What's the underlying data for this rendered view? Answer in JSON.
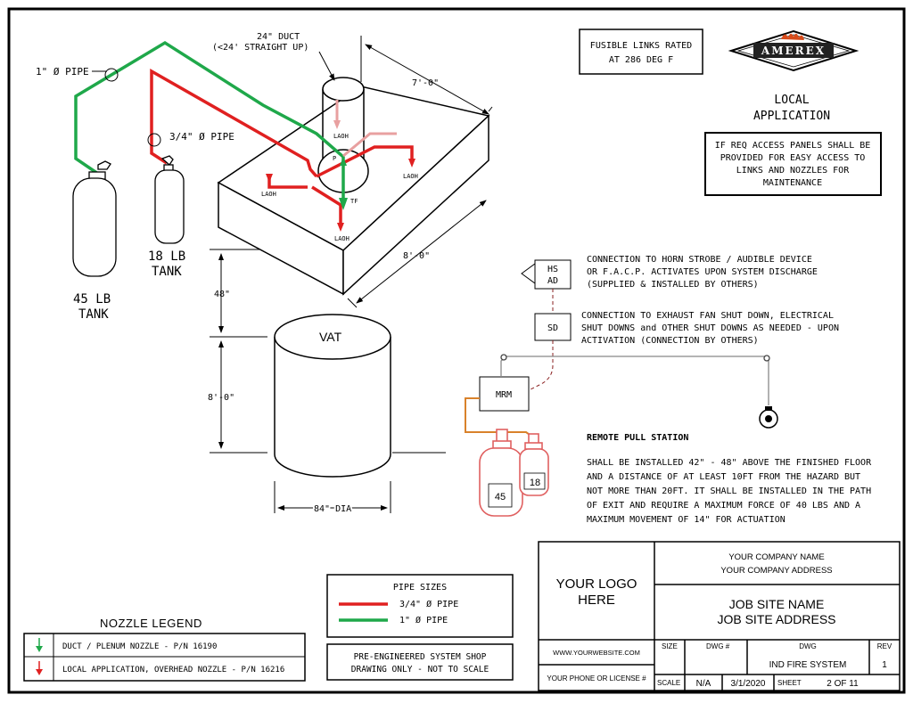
{
  "ductNote": {
    "line1": "24\" DUCT",
    "line2": "(<24' STRAIGHT UP)"
  },
  "pipeOneInch": "1\" Ø PIPE",
  "pipeThreeQuarter": "3/4\" Ø PIPE",
  "tanks": {
    "large": {
      "line1": "45 LB",
      "line2": "TANK"
    },
    "small": {
      "line1": "18 LB",
      "line2": "TANK"
    }
  },
  "dimensions": {
    "hoodLength": "7'-0\"",
    "hoodWidth": "8'-0\"",
    "clearance": "48\"",
    "vatHeight": "8'-0\"",
    "vatDiameter": "84\" DIA"
  },
  "vatLabel": "VAT",
  "nozzleTags": {
    "laoh": "LAOH",
    "tf": "TF",
    "p": "P"
  },
  "fusibleLinks": {
    "line1": "FUSIBLE LINKS RATED",
    "line2": "AT 286 DEG F"
  },
  "logoText": "AMEREX",
  "application": {
    "line1": "LOCAL",
    "line2": "APPLICATION"
  },
  "accessNote": [
    "IF REQ ACCESS PANELS SHALL BE",
    "PROVIDED FOR EASY ACCESS TO",
    "LINKS AND NOZZLES FOR",
    "MAINTENANCE"
  ],
  "devices": {
    "hs": "HS",
    "ad": "AD",
    "sd": "SD",
    "mrm": "MRM"
  },
  "hornNote": [
    "CONNECTION TO HORN STROBE / AUDIBLE DEVICE",
    "OR F.A.C.P. ACTIVATES UPON SYSTEM DISCHARGE",
    "(SUPPLIED & INSTALLED BY OTHERS)"
  ],
  "fanNote": [
    "CONNECTION TO EXHAUST FAN SHUT DOWN, ELECTRICAL",
    "SHUT DOWNS and OTHER SHUT DOWNS AS NEEDED - UPON",
    "ACTIVATION (CONNECTION BY OTHERS)"
  ],
  "cylinderLabels": {
    "large": "45",
    "small": "18"
  },
  "pullStation": {
    "title": "REMOTE PULL STATION",
    "lines": [
      "SHALL BE INSTALLED 42\" - 48\" ABOVE THE FINISHED FLOOR",
      "AND A DISTANCE OF AT LEAST 10FT FROM THE HAZARD BUT",
      "NOT MORE THAN 20FT.  IT SHALL BE INSTALLED IN THE PATH",
      "OF EXIT AND REQUIRE A MAXIMUM FORCE OF 40 LBS AND A",
      "MAXIMUM MOVEMENT OF 14\" FOR ACTUATION"
    ]
  },
  "pipeSizes": {
    "title": "PIPE SIZES",
    "red": "3/4\" Ø PIPE",
    "green": "1\" Ø PIPE"
  },
  "nozzleLegend": {
    "title": "NOZZLE LEGEND",
    "duct": "DUCT / PLENUM NOZZLE - P/N 16190",
    "local": "LOCAL APPLICATION, OVERHEAD NOZZLE - P/N 16216"
  },
  "disclaimer": {
    "line1": "PRE-ENGINEERED SYSTEM SHOP",
    "line2": "DRAWING ONLY - NOT TO SCALE"
  },
  "titleBlock": {
    "logo1": "YOUR LOGO",
    "logo2": "HERE",
    "companyName": "YOUR COMPANY NAME",
    "companyAddress": "YOUR COMPANY ADDRESS",
    "jobName": "JOB SITE NAME",
    "jobAddress": "JOB SITE ADDRESS",
    "website": "WWW.YOURWEBSITE.COM",
    "phone": "YOUR PHONE OR LICENSE #",
    "sizeLabel": "SIZE",
    "dwgNoLabel": "DWG #",
    "dwgLabel": "DWG",
    "revLabel": "REV",
    "dwgValue": "IND FIRE SYSTEM",
    "revValue": "1",
    "scaleLabel": "SCALE",
    "scaleValue": "N/A",
    "date": "3/1/2020",
    "sheetLabel": "SHEET",
    "sheetValue": "2 OF 11"
  },
  "colors": {
    "pipeRed": "#e02020",
    "pipeGreen": "#1fa84a",
    "conduit": "#d9822b",
    "cylinder": "#e06060"
  }
}
